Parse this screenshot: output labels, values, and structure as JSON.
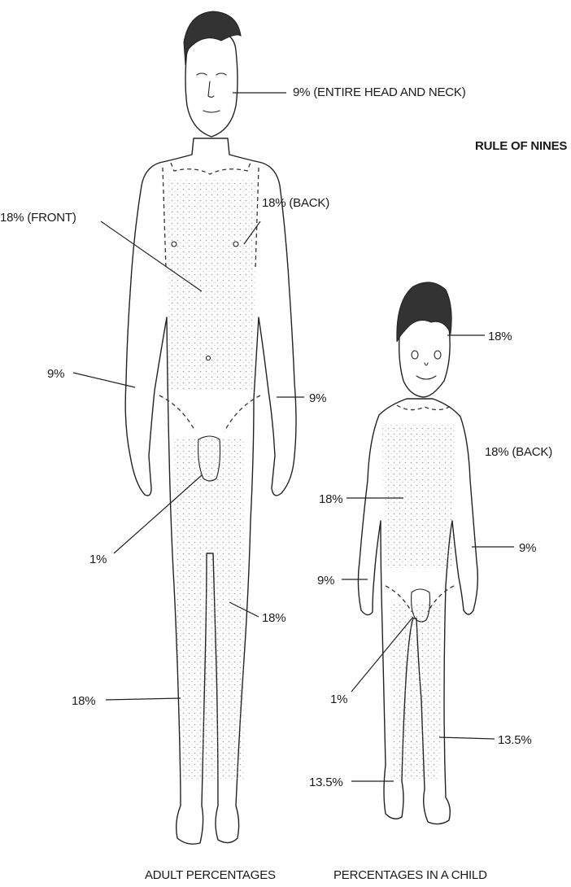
{
  "title": "RULE OF NINES",
  "adult": {
    "caption": "ADULT PERCENTAGES",
    "labels": {
      "head_neck": "9% (ENTIRE HEAD AND NECK)",
      "front": "18% (FRONT)",
      "back": "18% (BACK)",
      "left_arm": "9%",
      "right_arm": "9%",
      "genitals": "1%",
      "right_leg": "18%",
      "left_leg": "18%"
    }
  },
  "child": {
    "caption": "PERCENTAGES IN A CHILD",
    "labels": {
      "head": "18%",
      "back": "18% (BACK)",
      "front": "18%",
      "right_arm": "9%",
      "left_arm": "9%",
      "genitals": "1%",
      "right_leg": "13.5%",
      "left_leg": "13.5%"
    }
  }
}
